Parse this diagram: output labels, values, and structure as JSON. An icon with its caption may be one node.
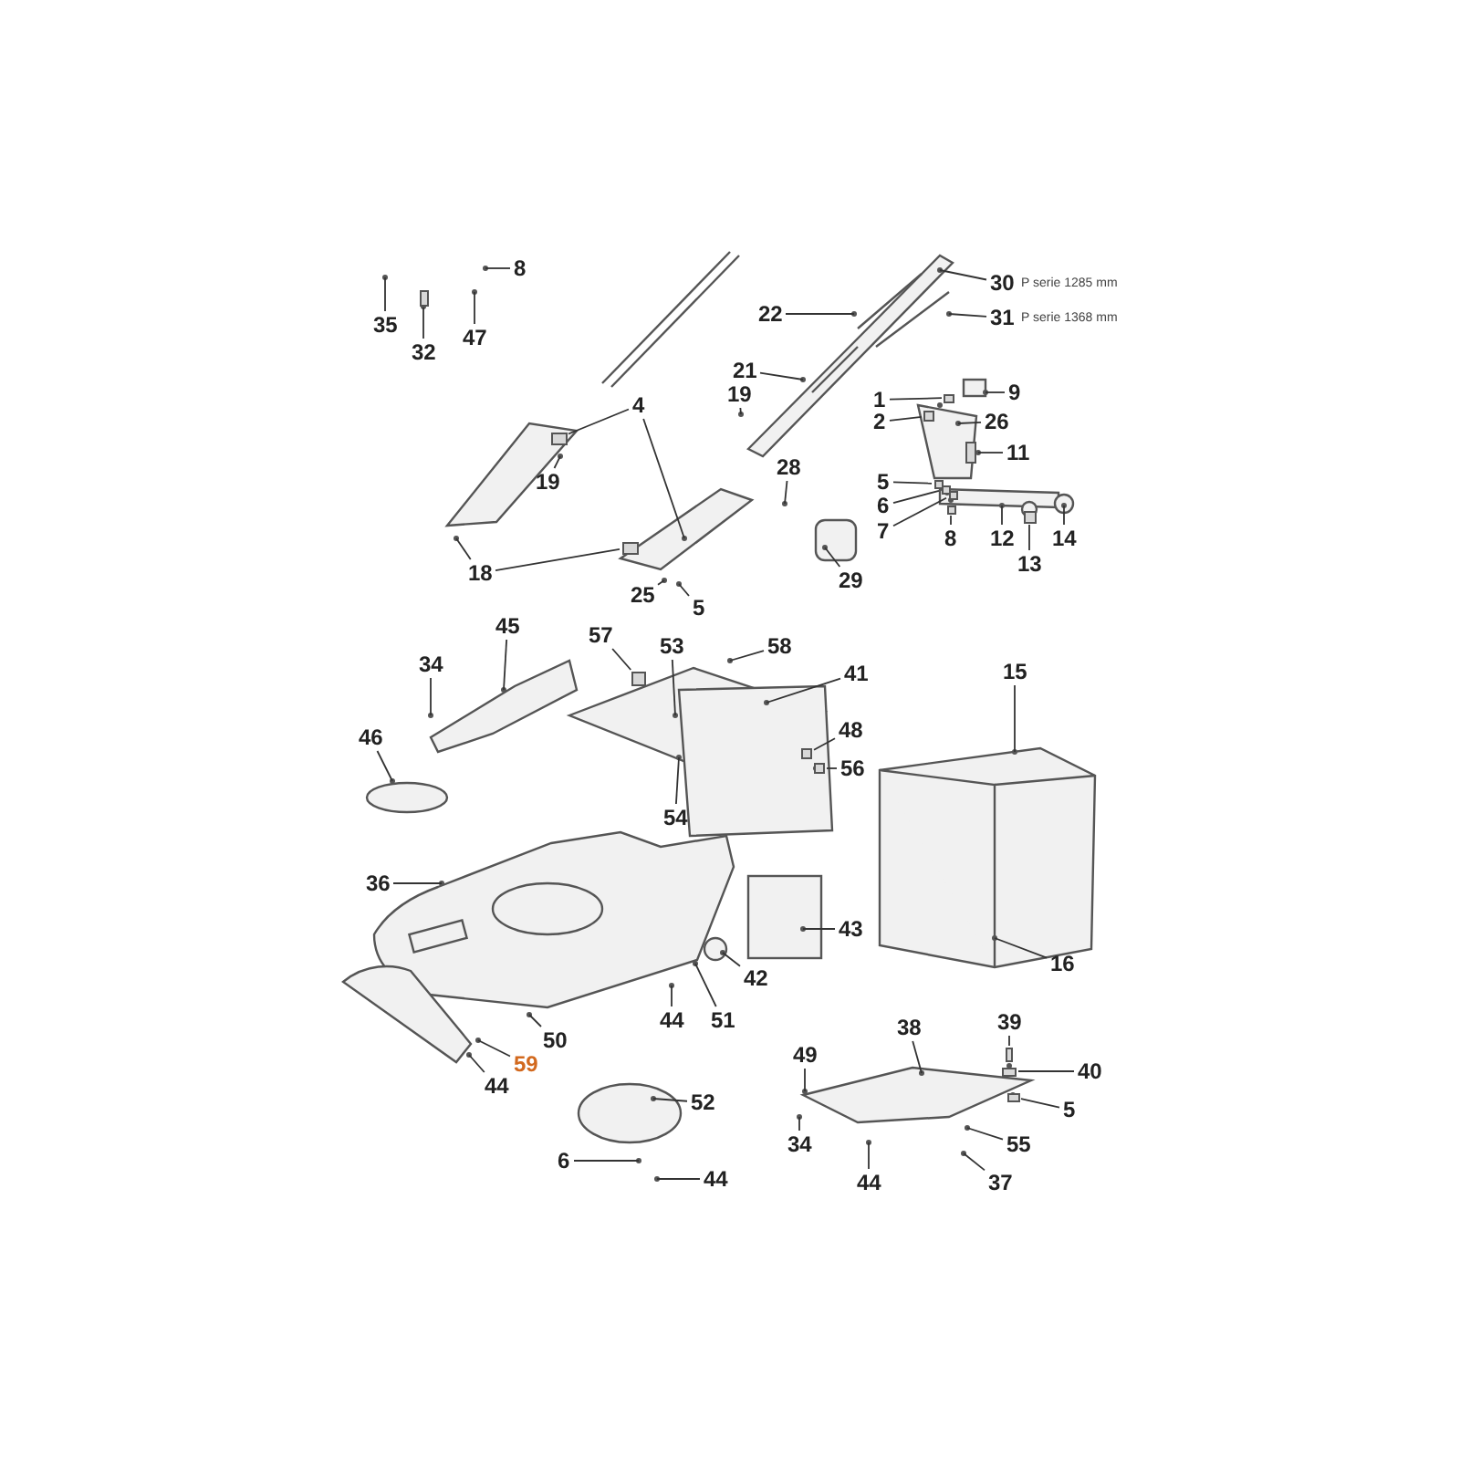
{
  "diagram": {
    "nodes": [
      {
        "text": [
          "35"
        ]
      },
      {
        "text": [
          "32"
        ]
      },
      {
        "text": [
          "47"
        ]
      },
      {
        "text": [
          "8"
        ]
      },
      {
        "text": [
          "30"
        ],
        "beside": [
          "P serie 1285 mm"
        ]
      },
      {
        "text": [
          "22"
        ]
      },
      {
        "text": [
          "31"
        ],
        "beside": [
          "P serie 1368 mm"
        ]
      },
      {
        "text": [
          "21"
        ]
      },
      {
        "text": [
          "19"
        ]
      },
      {
        "text": [
          "4"
        ]
      },
      {
        "text": [
          "9"
        ]
      },
      {
        "text": [
          "1"
        ]
      },
      {
        "text": [
          "2"
        ]
      },
      {
        "text": [
          "26"
        ]
      },
      {
        "text": [
          "11"
        ]
      },
      {
        "text": [
          "5"
        ]
      },
      {
        "text": [
          "6"
        ]
      },
      {
        "text": [
          "7"
        ]
      },
      {
        "text": [
          "8"
        ]
      },
      {
        "text": [
          "12"
        ]
      },
      {
        "text": [
          "13"
        ]
      },
      {
        "text": [
          "14"
        ]
      },
      {
        "text": [
          "19"
        ]
      },
      {
        "text": [
          "18"
        ]
      },
      {
        "text": [
          "28"
        ]
      },
      {
        "text": [
          "29"
        ]
      },
      {
        "text": [
          "25"
        ]
      },
      {
        "text": [
          "5"
        ]
      },
      {
        "text": [
          "45"
        ]
      },
      {
        "text": [
          "34"
        ]
      },
      {
        "text": [
          "57"
        ]
      },
      {
        "text": [
          "53"
        ]
      },
      {
        "text": [
          "58"
        ]
      },
      {
        "text": [
          "41"
        ]
      },
      {
        "text": [
          "15"
        ]
      },
      {
        "text": [
          "46"
        ]
      },
      {
        "text": [
          "48"
        ]
      },
      {
        "text": [
          "56"
        ]
      },
      {
        "text": [
          "54"
        ]
      },
      {
        "text": [
          "36"
        ]
      },
      {
        "text": [
          "43"
        ]
      },
      {
        "text": [
          "16"
        ]
      },
      {
        "text": [
          "42"
        ]
      },
      {
        "text": [
          "44"
        ]
      },
      {
        "text": [
          "51"
        ]
      },
      {
        "text": [
          "50"
        ]
      },
      {
        "text": [
          "59"
        ]
      },
      {
        "text": [
          "44"
        ]
      },
      {
        "text": [
          "38"
        ]
      },
      {
        "text": [
          "39"
        ]
      },
      {
        "text": [
          "40"
        ]
      },
      {
        "text": [
          "49"
        ]
      },
      {
        "text": [
          "5"
        ]
      },
      {
        "text": [
          "52"
        ]
      },
      {
        "text": [
          "34"
        ]
      },
      {
        "text": [
          "55"
        ]
      },
      {
        "text": [
          "6"
        ]
      },
      {
        "text": [
          "44"
        ]
      },
      {
        "text": [
          "44"
        ]
      },
      {
        "text": [
          "37"
        ]
      },
      {
        "text": [],
        "shape": "box"
      },
      {
        "text": [],
        "shape": "box"
      },
      {
        "text": [],
        "shape": "box"
      },
      {
        "text": [],
        "shape": "box"
      },
      {
        "text": [],
        "shape": "box"
      },
      {
        "text": [],
        "shape": "box"
      },
      {
        "text": [],
        "shape": "box"
      },
      {
        "text": [],
        "shape": "box"
      },
      {
        "text": [],
        "shape": "box"
      },
      {
        "text": [],
        "shape": "box"
      },
      {
        "text": [],
        "shape": "box"
      },
      {
        "text": [],
        "shape": "box"
      },
      {
        "text": [],
        "shape": "box"
      },
      {
        "text": [],
        "shape": "box"
      },
      {
        "text": [],
        "shape": "box"
      },
      {
        "text": [],
        "shape": "box"
      },
      {
        "text": [],
        "shape": "box"
      }
    ],
    "edges": [
      {
        "from": 0,
        "to": null,
        "arrow": "none"
      },
      {
        "from": 1,
        "to": 60,
        "arrow": "none"
      },
      {
        "from": 2,
        "to": null,
        "arrow": "none"
      },
      {
        "from": 3,
        "to": null,
        "arrow": "none"
      },
      {
        "from": 4,
        "to": null,
        "arrow": "none"
      },
      {
        "from": 5,
        "to": null,
        "arrow": "none"
      },
      {
        "from": 6,
        "to": null,
        "arrow": "none"
      },
      {
        "from": 7,
        "to": null,
        "arrow": "none"
      },
      {
        "from": 8,
        "to": null,
        "arrow": "none"
      },
      {
        "from": 9,
        "to": 61,
        "arrow": "none"
      },
      {
        "from": 9,
        "to": null,
        "arrow": "none"
      },
      {
        "from": 10,
        "to": null,
        "arrow": "none"
      },
      {
        "from": 11,
        "to": 73,
        "arrow": "none"
      },
      {
        "from": 12,
        "to": 62,
        "arrow": "none"
      },
      {
        "from": 13,
        "to": null,
        "arrow": "none"
      },
      {
        "from": 14,
        "to": 63,
        "arrow": "none"
      },
      {
        "from": 15,
        "to": 64,
        "arrow": "none"
      },
      {
        "from": 16,
        "to": 65,
        "arrow": "none"
      },
      {
        "from": 17,
        "to": 66,
        "arrow": "none"
      },
      {
        "from": 18,
        "to": 74,
        "arrow": "none"
      },
      {
        "from": 19,
        "to": null,
        "arrow": "none"
      },
      {
        "from": 20,
        "to": 67,
        "arrow": "none"
      },
      {
        "from": 21,
        "to": null,
        "arrow": "none"
      },
      {
        "from": 22,
        "to": null,
        "arrow": "none"
      },
      {
        "from": 23,
        "to": null,
        "arrow": "none"
      },
      {
        "from": 23,
        "to": 68,
        "arrow": "none"
      },
      {
        "from": 24,
        "to": null,
        "arrow": "none"
      },
      {
        "from": 25,
        "to": null,
        "arrow": "none"
      },
      {
        "from": 26,
        "to": null,
        "arrow": "none"
      },
      {
        "from": 27,
        "to": null,
        "arrow": "none"
      },
      {
        "from": 28,
        "to": null,
        "arrow": "none"
      },
      {
        "from": 29,
        "to": null,
        "arrow": "none"
      },
      {
        "from": 30,
        "to": 69,
        "arrow": "none"
      },
      {
        "from": 31,
        "to": null,
        "arrow": "none"
      },
      {
        "from": 32,
        "to": null,
        "arrow": "none"
      },
      {
        "from": 33,
        "to": null,
        "arrow": "none"
      },
      {
        "from": 34,
        "to": null,
        "arrow": "none"
      },
      {
        "from": 35,
        "to": null,
        "arrow": "none"
      },
      {
        "from": 36,
        "to": 70,
        "arrow": "none"
      },
      {
        "from": 37,
        "to": 75,
        "arrow": "none"
      },
      {
        "from": 38,
        "to": null,
        "arrow": "none"
      },
      {
        "from": 39,
        "to": null,
        "arrow": "none"
      },
      {
        "from": 40,
        "to": null,
        "arrow": "none"
      },
      {
        "from": 41,
        "to": null,
        "arrow": "none"
      },
      {
        "from": 42,
        "to": null,
        "arrow": "none"
      },
      {
        "from": 43,
        "to": null,
        "arrow": "none"
      },
      {
        "from": 44,
        "to": null,
        "arrow": "none"
      },
      {
        "from": 45,
        "to": null,
        "arrow": "none"
      },
      {
        "from": 46,
        "to": null,
        "arrow": "none"
      },
      {
        "from": 47,
        "to": null,
        "arrow": "none"
      },
      {
        "from": 48,
        "to": null,
        "arrow": "none"
      },
      {
        "from": 49,
        "to": 76,
        "arrow": "none"
      },
      {
        "from": 50,
        "to": 71,
        "arrow": "none"
      },
      {
        "from": 51,
        "to": null,
        "arrow": "none"
      },
      {
        "from": 52,
        "to": 72,
        "arrow": "none"
      },
      {
        "from": 53,
        "to": null,
        "arrow": "none"
      },
      {
        "from": 54,
        "to": null,
        "arrow": "none"
      },
      {
        "from": 55,
        "to": null,
        "arrow": "none"
      },
      {
        "from": 56,
        "to": null,
        "arrow": "none"
      },
      {
        "from": 57,
        "to": null,
        "arrow": "none"
      },
      {
        "from": 58,
        "to": null,
        "arrow": "none"
      },
      {
        "from": 59,
        "to": null,
        "arrow": "none"
      }
    ]
  }
}
